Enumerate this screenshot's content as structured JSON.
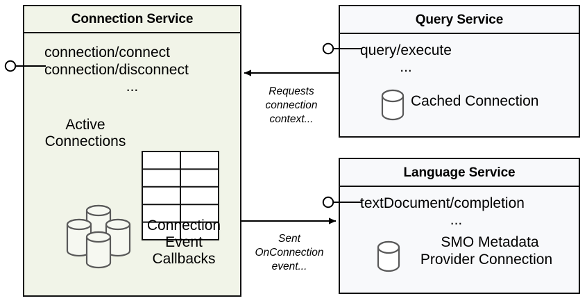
{
  "diagram": {
    "title_hidden": "",
    "colors": {
      "connection_service_fill": "#f1f4e8",
      "service_fill": "#f8f9fb",
      "stroke": "#111111",
      "icon_stroke": "#595959"
    }
  },
  "connection_service": {
    "title": "Connection Service",
    "api_endpoints": [
      "connection/connect",
      "connection/disconnect"
    ],
    "api_ellipsis": "...",
    "active_connections_label_line1": "Active",
    "active_connections_label_line2": "Connections",
    "active_connections_icon": "database-cylinder-stack-icon",
    "callbacks_label_line1": "Connection",
    "callbacks_label_line2": "Event",
    "callbacks_label_line3": "Callbacks",
    "callbacks_icon": "table-grid-icon",
    "table_rows": 5,
    "table_cols": 2,
    "interface_connector": "lollipop-provided-interface"
  },
  "query_service": {
    "title": "Query Service",
    "api_endpoints": [
      "query/execute"
    ],
    "api_ellipsis": "...",
    "resource_label": "Cached Connection",
    "resource_icon": "database-cylinder-icon",
    "interface_connector": "lollipop-provided-interface"
  },
  "language_service": {
    "title": "Language Service",
    "api_endpoints": [
      "textDocument/completion"
    ],
    "api_ellipsis": "...",
    "resource_label_line1": "SMO Metadata",
    "resource_label_line2": "Provider Connection",
    "resource_icon": "database-cylinder-icon",
    "interface_connector": "lollipop-provided-interface"
  },
  "edges": [
    {
      "id": "query-to-connection",
      "from": "query_service",
      "to": "connection_service",
      "direction": "left",
      "label_line1": "Requests",
      "label_line2": "connection",
      "label_line3": "context..."
    },
    {
      "id": "connection-to-language",
      "from": "connection_service",
      "to": "language_service",
      "direction": "right",
      "label_line1": "Sent",
      "label_line2": "OnConnection",
      "label_line3": "event..."
    }
  ]
}
